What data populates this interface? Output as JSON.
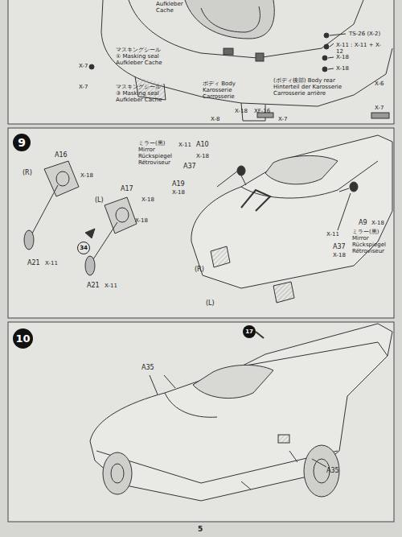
{
  "diagram": {
    "nodes": [
      {
        "text": [
          "9"
        ]
      },
      {
        "text": [
          "34"
        ]
      },
      {
        "text": [
          "10"
        ]
      },
      {
        "text": [
          "17"
        ]
      }
    ],
    "labels": [
      "Aufkleber Cache",
      "マスキングシール ① Masking seal Aufkleber Cache",
      "X-7",
      "マスキングシール ③ Masking seal Aufkleber Cache",
      "X-7",
      "ボディ Body Karosserie Carrosserie",
      "X-18",
      "XF-16",
      "X-8",
      "X-7",
      "TS-26 (X-2)",
      "X-11 : X-11 + X-12",
      "X-18",
      "X-18",
      "(ボディ後部) Body rear Hinterteil der Karosserie Carrosserie arrière",
      "X-6",
      "X-7",
      "(R)",
      "A16",
      "X-18",
      "A17",
      "X-18",
      "(L)",
      "X-18",
      "A21",
      "X-11",
      "A21",
      "X-11",
      "ミラー(黒) Mirror Rückspiegel Rétroviseur",
      "X-11",
      "A10",
      "X-18",
      "A37",
      "A19",
      "X-18",
      "A9",
      "X-18",
      "X-11",
      "ミラー(黒) Mirror Rückspiegel Rétroviseur",
      "A37",
      "X-18",
      "(R)",
      "(L)",
      "A35",
      "A35",
      "5"
    ]
  }
}
